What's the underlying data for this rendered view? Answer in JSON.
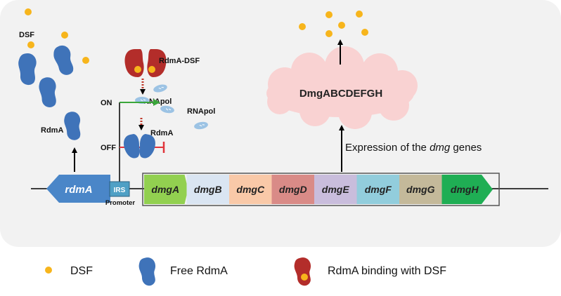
{
  "labels": {
    "dsf": "DSF",
    "rdma_free": "RdmA",
    "rdma_dsf": "RdmA-DSF",
    "rnapol_top": "RNApol",
    "rnapol_right": "RNApol",
    "rdma_bound": "RdmA",
    "on": "ON",
    "off": "OFF",
    "irs": "IRS",
    "promoter": "Promoter",
    "cloud": "DmgABCDEFGH",
    "expression_prefix": "Expression of the ",
    "expression_italic": "dmg",
    "expression_suffix": " genes"
  },
  "genes": [
    "rdmA",
    "dmgA",
    "dmgB",
    "dmgC",
    "dmgD",
    "dmgE",
    "dmgF",
    "dmgG",
    "dmgH"
  ],
  "legend": {
    "dsf": "DSF",
    "free_rdma": "Free RdmA",
    "binding": "RdmA binding with DSF"
  },
  "colors": {
    "panel": "#f2f2f2",
    "dsf_dot": "#f7b51c",
    "free_rdma": "#3f73b9",
    "bound_rdma": "#b32d2a",
    "rdma_gene": "#4a86c8",
    "irs_box": "#4fa0c5",
    "cloud": "#f9d2d2",
    "on_arrow": "#3aa63a",
    "off_bar": "#e0343a",
    "gene_colors": [
      "#92d050",
      "#dae5f2",
      "#f9c9a8",
      "#d98b87",
      "#c9bddc",
      "#92cddc",
      "#c4b99a",
      "#1fae54"
    ]
  }
}
